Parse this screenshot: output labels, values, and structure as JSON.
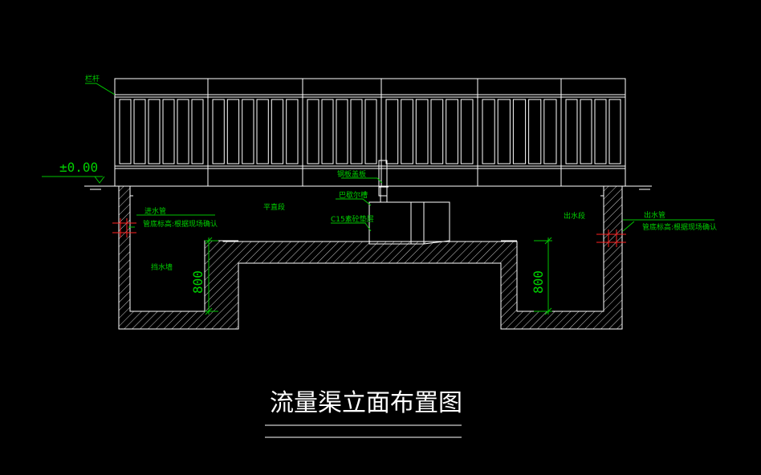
{
  "title": "流量渠立面布置图",
  "elevation": "±0.00",
  "labels": {
    "railing": "栏杆",
    "steel_cover": "钢板盖板",
    "weir": "巴歇尔槽",
    "c15": "C15素砼垫层",
    "inlet_pipe": "进水管",
    "inlet_note": "管底标高:根据现场确认",
    "outlet_pipe": "出水管",
    "outlet_note": "管底标高:根据现场确认",
    "flat_section": "平直段",
    "outlet_section": "出水段",
    "wall": "挡水墙"
  },
  "dimensions": {
    "left_depth": "800",
    "right_depth": "800"
  },
  "colors": {
    "background": "#000000",
    "lines": "#ffffff",
    "annotation": "#00c400",
    "pipe": "#ff2020"
  }
}
